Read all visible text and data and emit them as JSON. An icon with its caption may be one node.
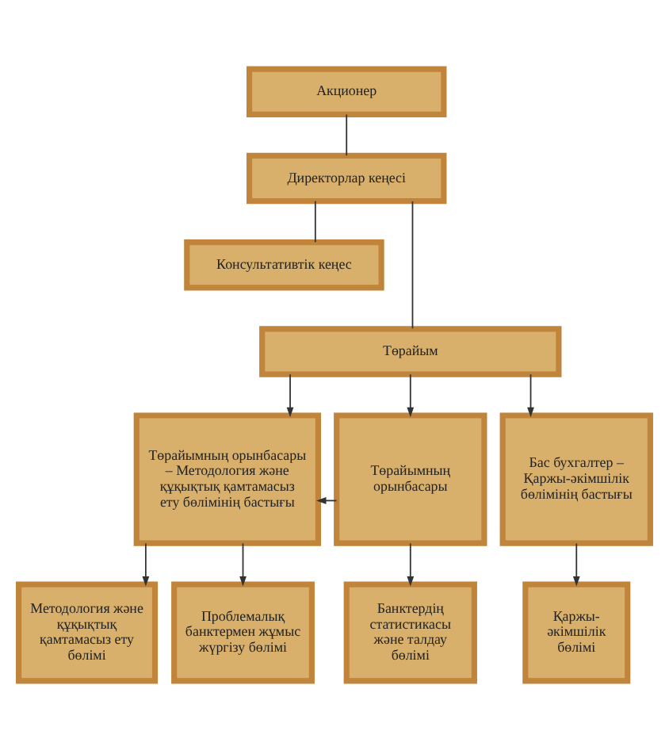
{
  "diagram": {
    "nodes": [
      {
        "text": [
          "Акционер"
        ]
      },
      {
        "text": [
          "Директорлар кеңесі"
        ]
      },
      {
        "text": [
          "Консультативтік кеңес"
        ]
      },
      {
        "text": [
          "Төрайым"
        ]
      },
      {
        "text": [
          "Төрайымның орынбасары – Методология және құқықтық қамтамасыз ету бөлімінің бастығы"
        ]
      },
      {
        "text": [
          "Төрайымның орынбасары"
        ]
      },
      {
        "text": [
          "Бас бухгалтер – Қаржы-әкімшілік бөлімінің бастығы"
        ]
      },
      {
        "text": [
          "Методология және құқықтық қамтамасыз ету бөлімі"
        ]
      },
      {
        "text": [
          "Проблемалық банктермен жұмыс жүргізу бөлімі"
        ]
      },
      {
        "text": [
          "Банктердің статистикасы және талдау бөлімі"
        ]
      },
      {
        "text": [
          "Қаржы-әкімшілік бөлімі"
        ]
      }
    ],
    "edges": [
      {
        "from": 0,
        "to": 1,
        "arrow": "none"
      },
      {
        "from": 1,
        "to": 2,
        "arrow": "none"
      },
      {
        "from": 1,
        "to": 3,
        "arrow": "none"
      },
      {
        "from": 3,
        "to": 4,
        "arrow": "to"
      },
      {
        "from": 3,
        "to": 5,
        "arrow": "to"
      },
      {
        "from": 3,
        "to": 6,
        "arrow": "to"
      },
      {
        "from": 5,
        "to": 4,
        "arrow": "to"
      },
      {
        "from": 4,
        "to": 7,
        "arrow": "to"
      },
      {
        "from": 4,
        "to": 8,
        "arrow": "to"
      },
      {
        "from": 5,
        "to": 9,
        "arrow": "to"
      },
      {
        "from": 6,
        "to": 10,
        "arrow": "to"
      }
    ]
  }
}
